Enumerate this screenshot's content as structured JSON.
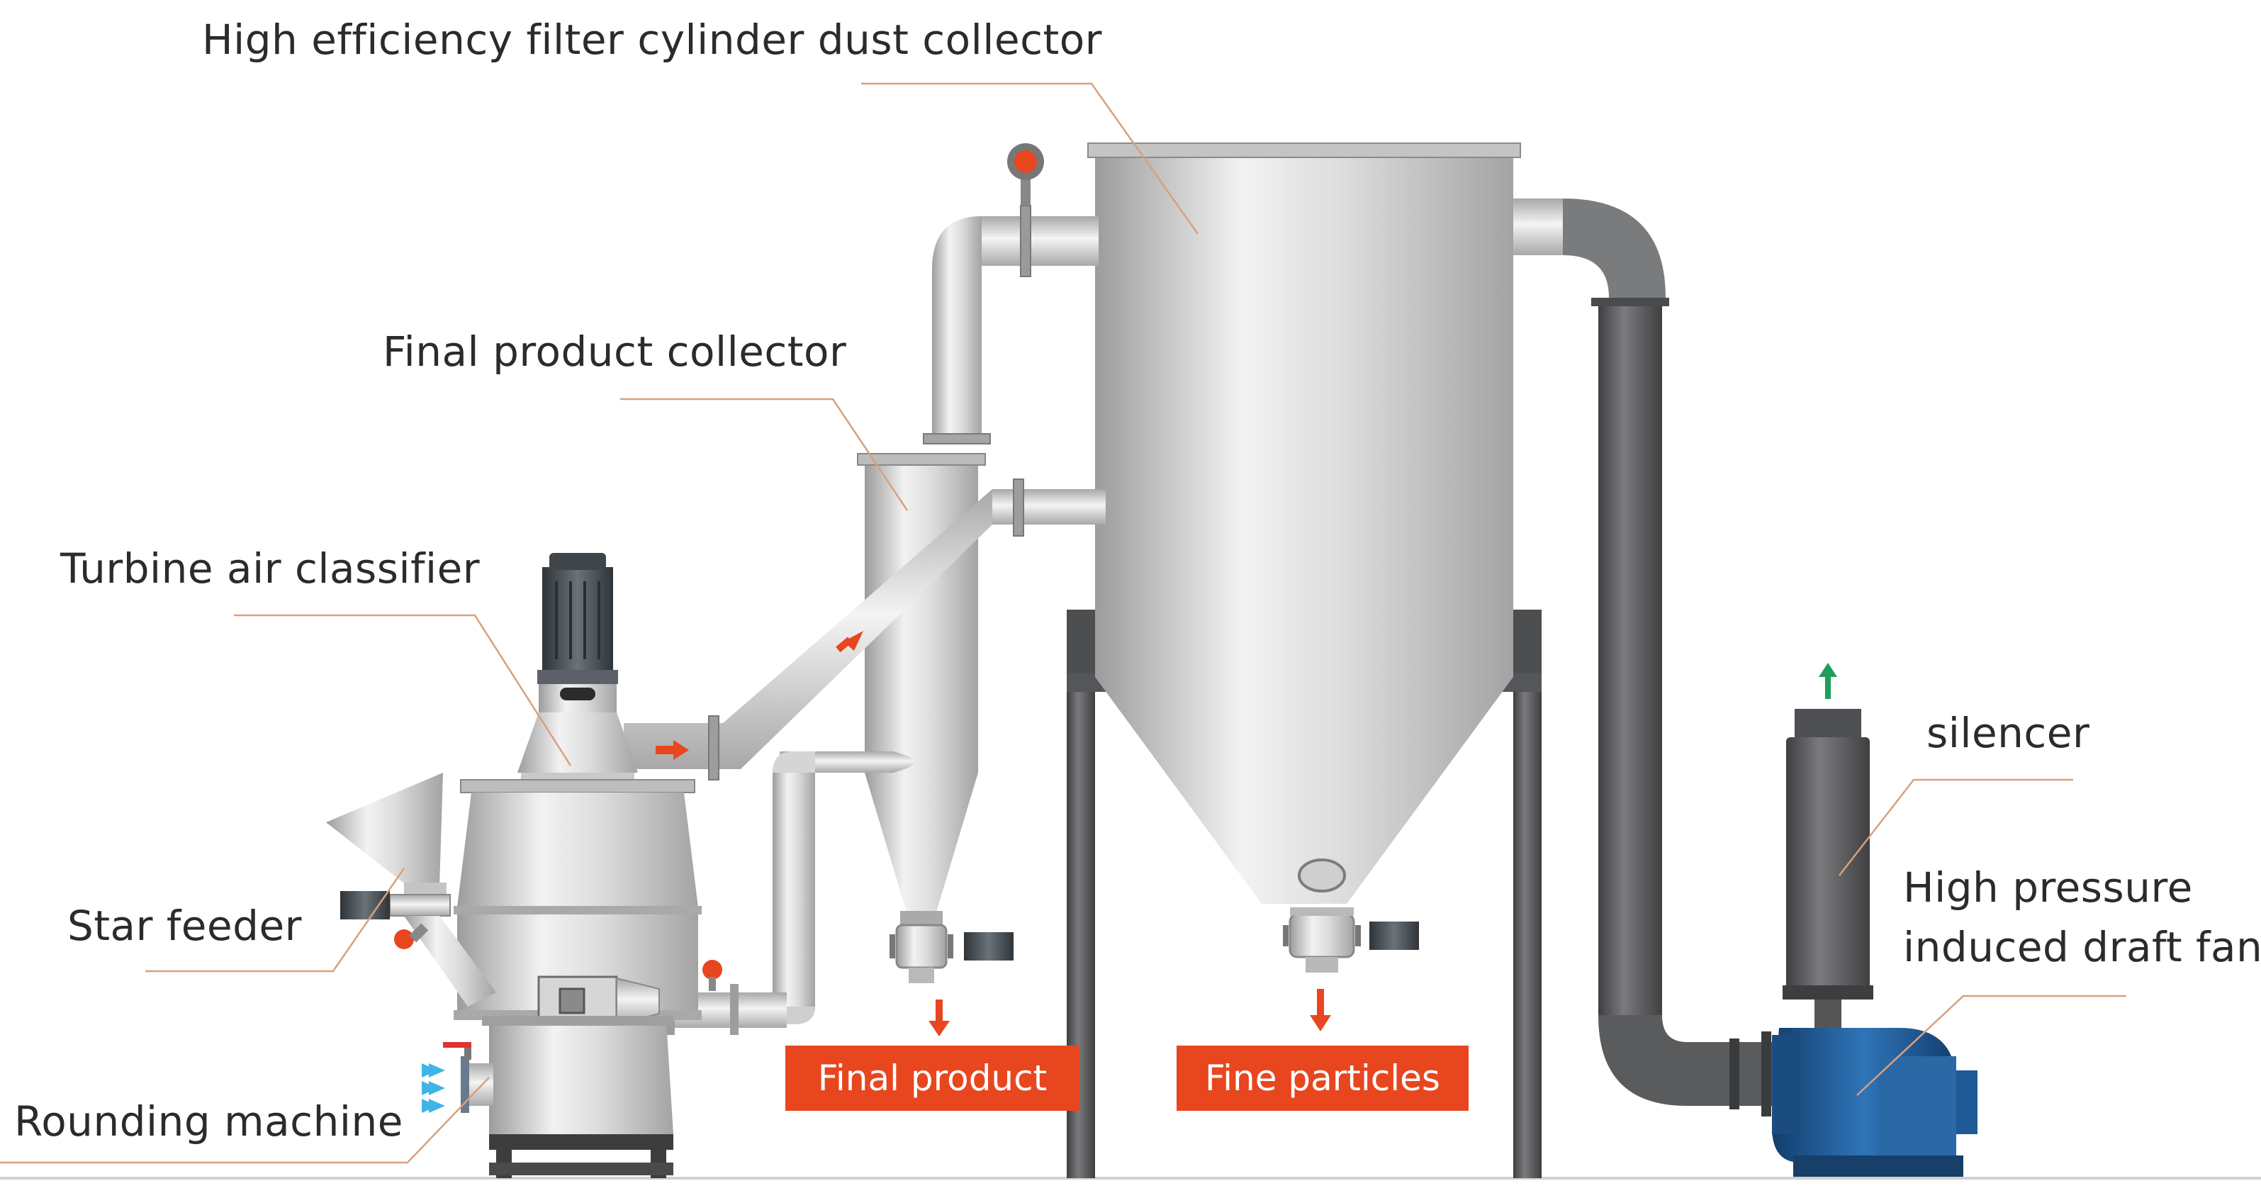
{
  "labels": {
    "dust_collector": "High efficiency filter cylinder dust collector",
    "product_collector": "Final product collector",
    "classifier": "Turbine air classifier",
    "star_feeder": "Star feeder",
    "rounding_machine": "Rounding machine",
    "silencer": "silencer",
    "fan_line1": "High pressure",
    "fan_line2": "induced draft fan"
  },
  "outputs": {
    "final_product": "Final product",
    "fine_particles": "Fine particles"
  },
  "colors": {
    "steel_light": "#e9e9e9",
    "steel_mid": "#c8c8c8",
    "steel_dark": "#8f8f8f",
    "frame": "#58595b",
    "motor": "#4a5055",
    "fan_blue": "#1f5a96",
    "accent_orange": "#e8461f",
    "leader_line": "#d9a07c",
    "exhaust_arrow": "#1e9e5a",
    "air_inlet": "#3fb5e6"
  }
}
